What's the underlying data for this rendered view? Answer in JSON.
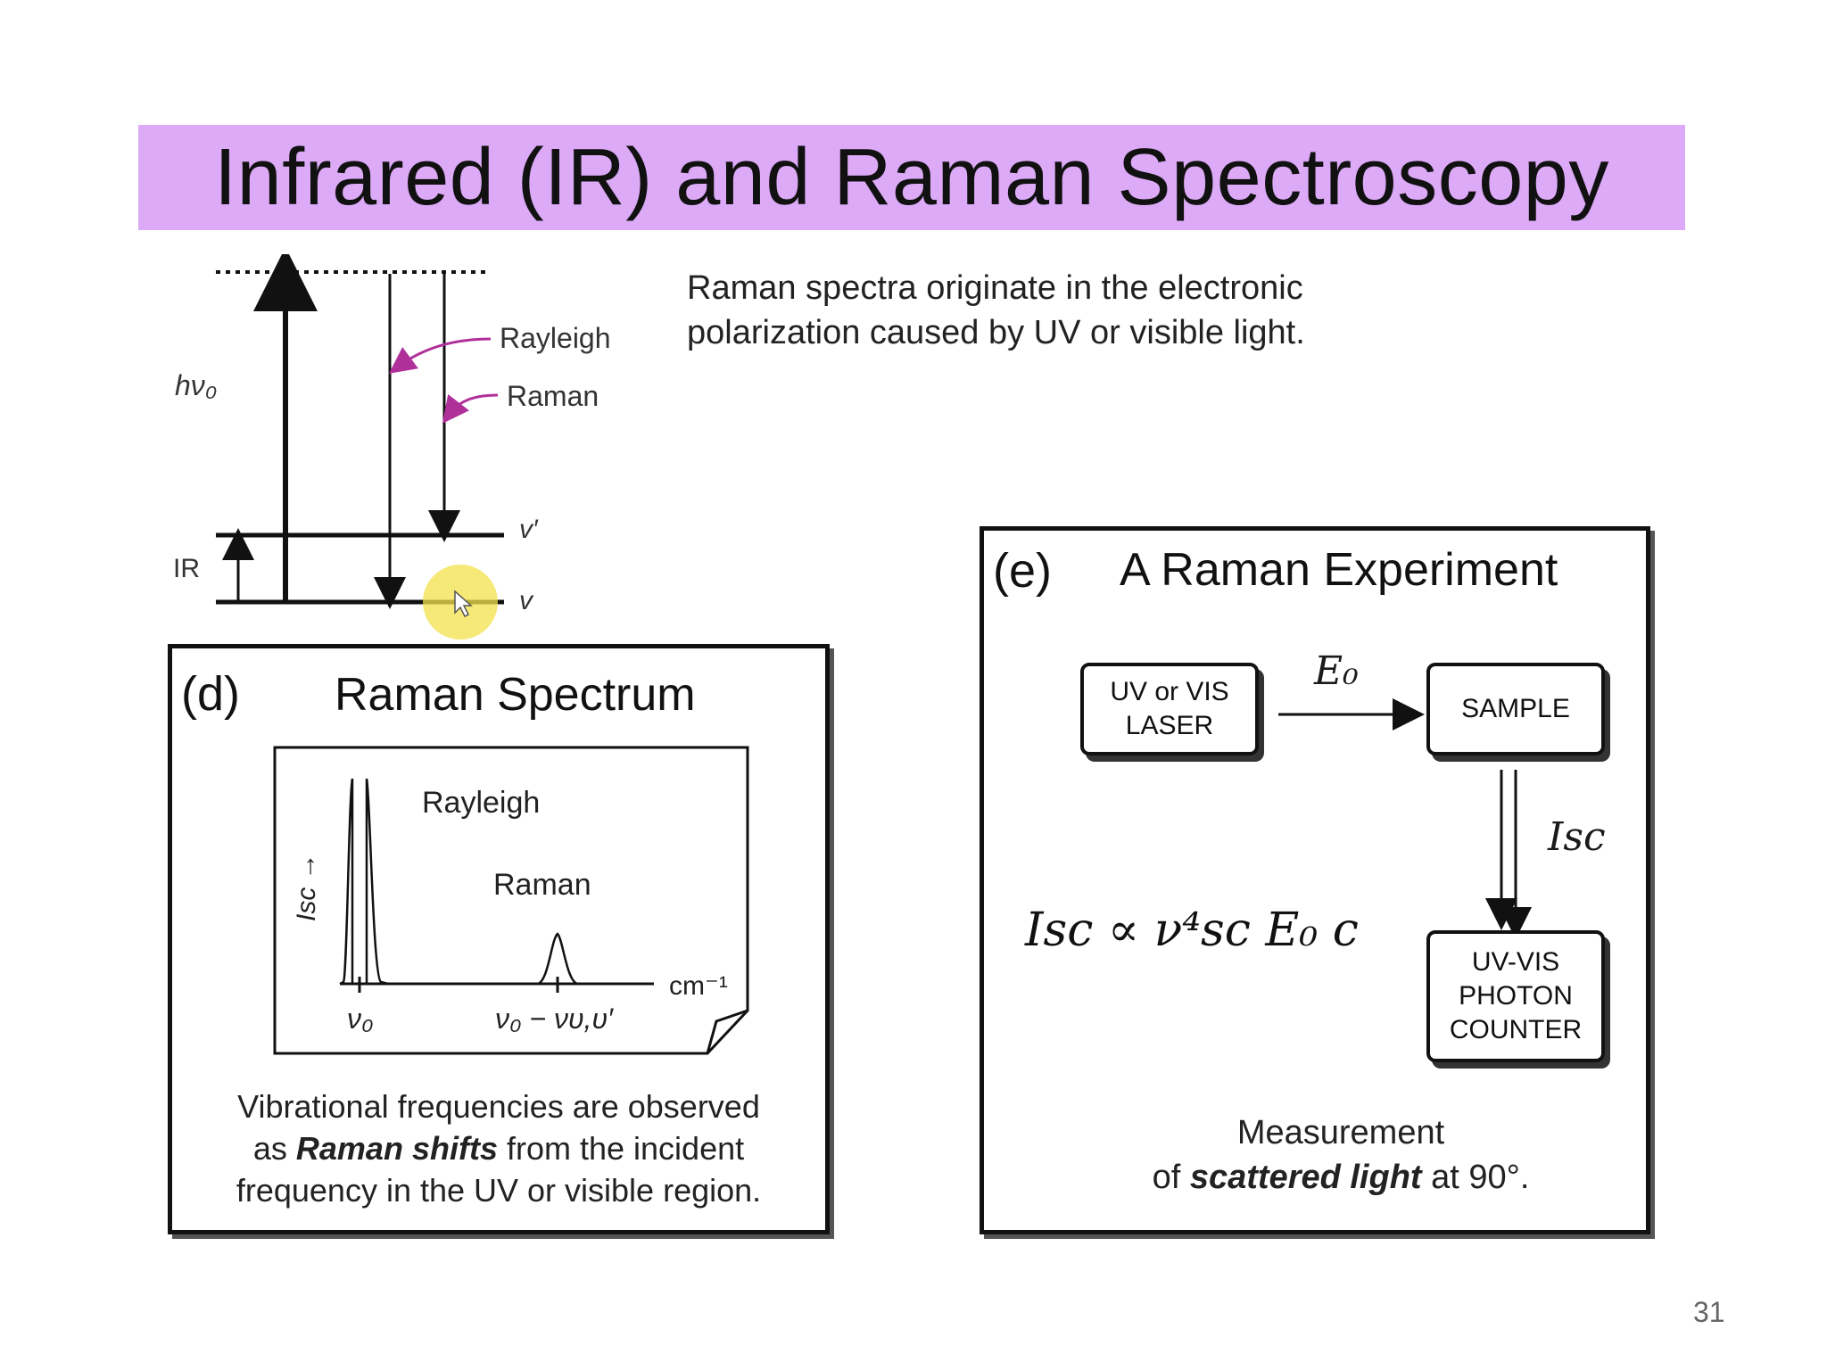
{
  "slide": {
    "title": "Infrared (IR) and Raman Spectroscopy",
    "page_number": "31",
    "intro_text": "Raman spectra originate in the electronic polarization caused by UV or visible light."
  },
  "energy_diagram": {
    "hv0_label": "hν₀",
    "ir_label": "IR",
    "rayleigh_label": "Rayleigh",
    "raman_label": "Raman",
    "v_prime_label": "v′",
    "v_label": "v"
  },
  "panel_d": {
    "label": "(d)",
    "title": "Raman Spectrum",
    "y_axis_label": "Isc →",
    "peak1_label": "Rayleigh",
    "peak2_label": "Raman",
    "x_unit": "cm⁻¹",
    "x_tick1": "ν₀",
    "x_tick2": "ν₀ − νυ,υ′",
    "caption_line1": "Vibrational frequencies are observed",
    "caption_line2_pre": "as",
    "caption_line2_emph": "Raman shifts",
    "caption_line2_post": "from the incident",
    "caption_line3": "frequency in the UV or visible region."
  },
  "panel_e": {
    "label": "(e)",
    "title": "A Raman Experiment",
    "laser_line1": "UV or VIS",
    "laser_line2": "LASER",
    "sample": "SAMPLE",
    "counter_line1": "UV-VIS",
    "counter_line2": "PHOTON",
    "counter_line3": "COUNTER",
    "e0_label": "E₀",
    "isc_label": "Isc",
    "formula": "Isc ∝ ν⁴sc E₀ c",
    "caption_line1": "Measurement",
    "caption_line2_pre": "of",
    "caption_line2_emph": "scattered light",
    "caption_line2_post": "at 90°."
  },
  "colors": {
    "title_bar": "#dcaaf6",
    "callout_arrow": "#b0309a",
    "cursor_highlight": "#f3e24a"
  }
}
